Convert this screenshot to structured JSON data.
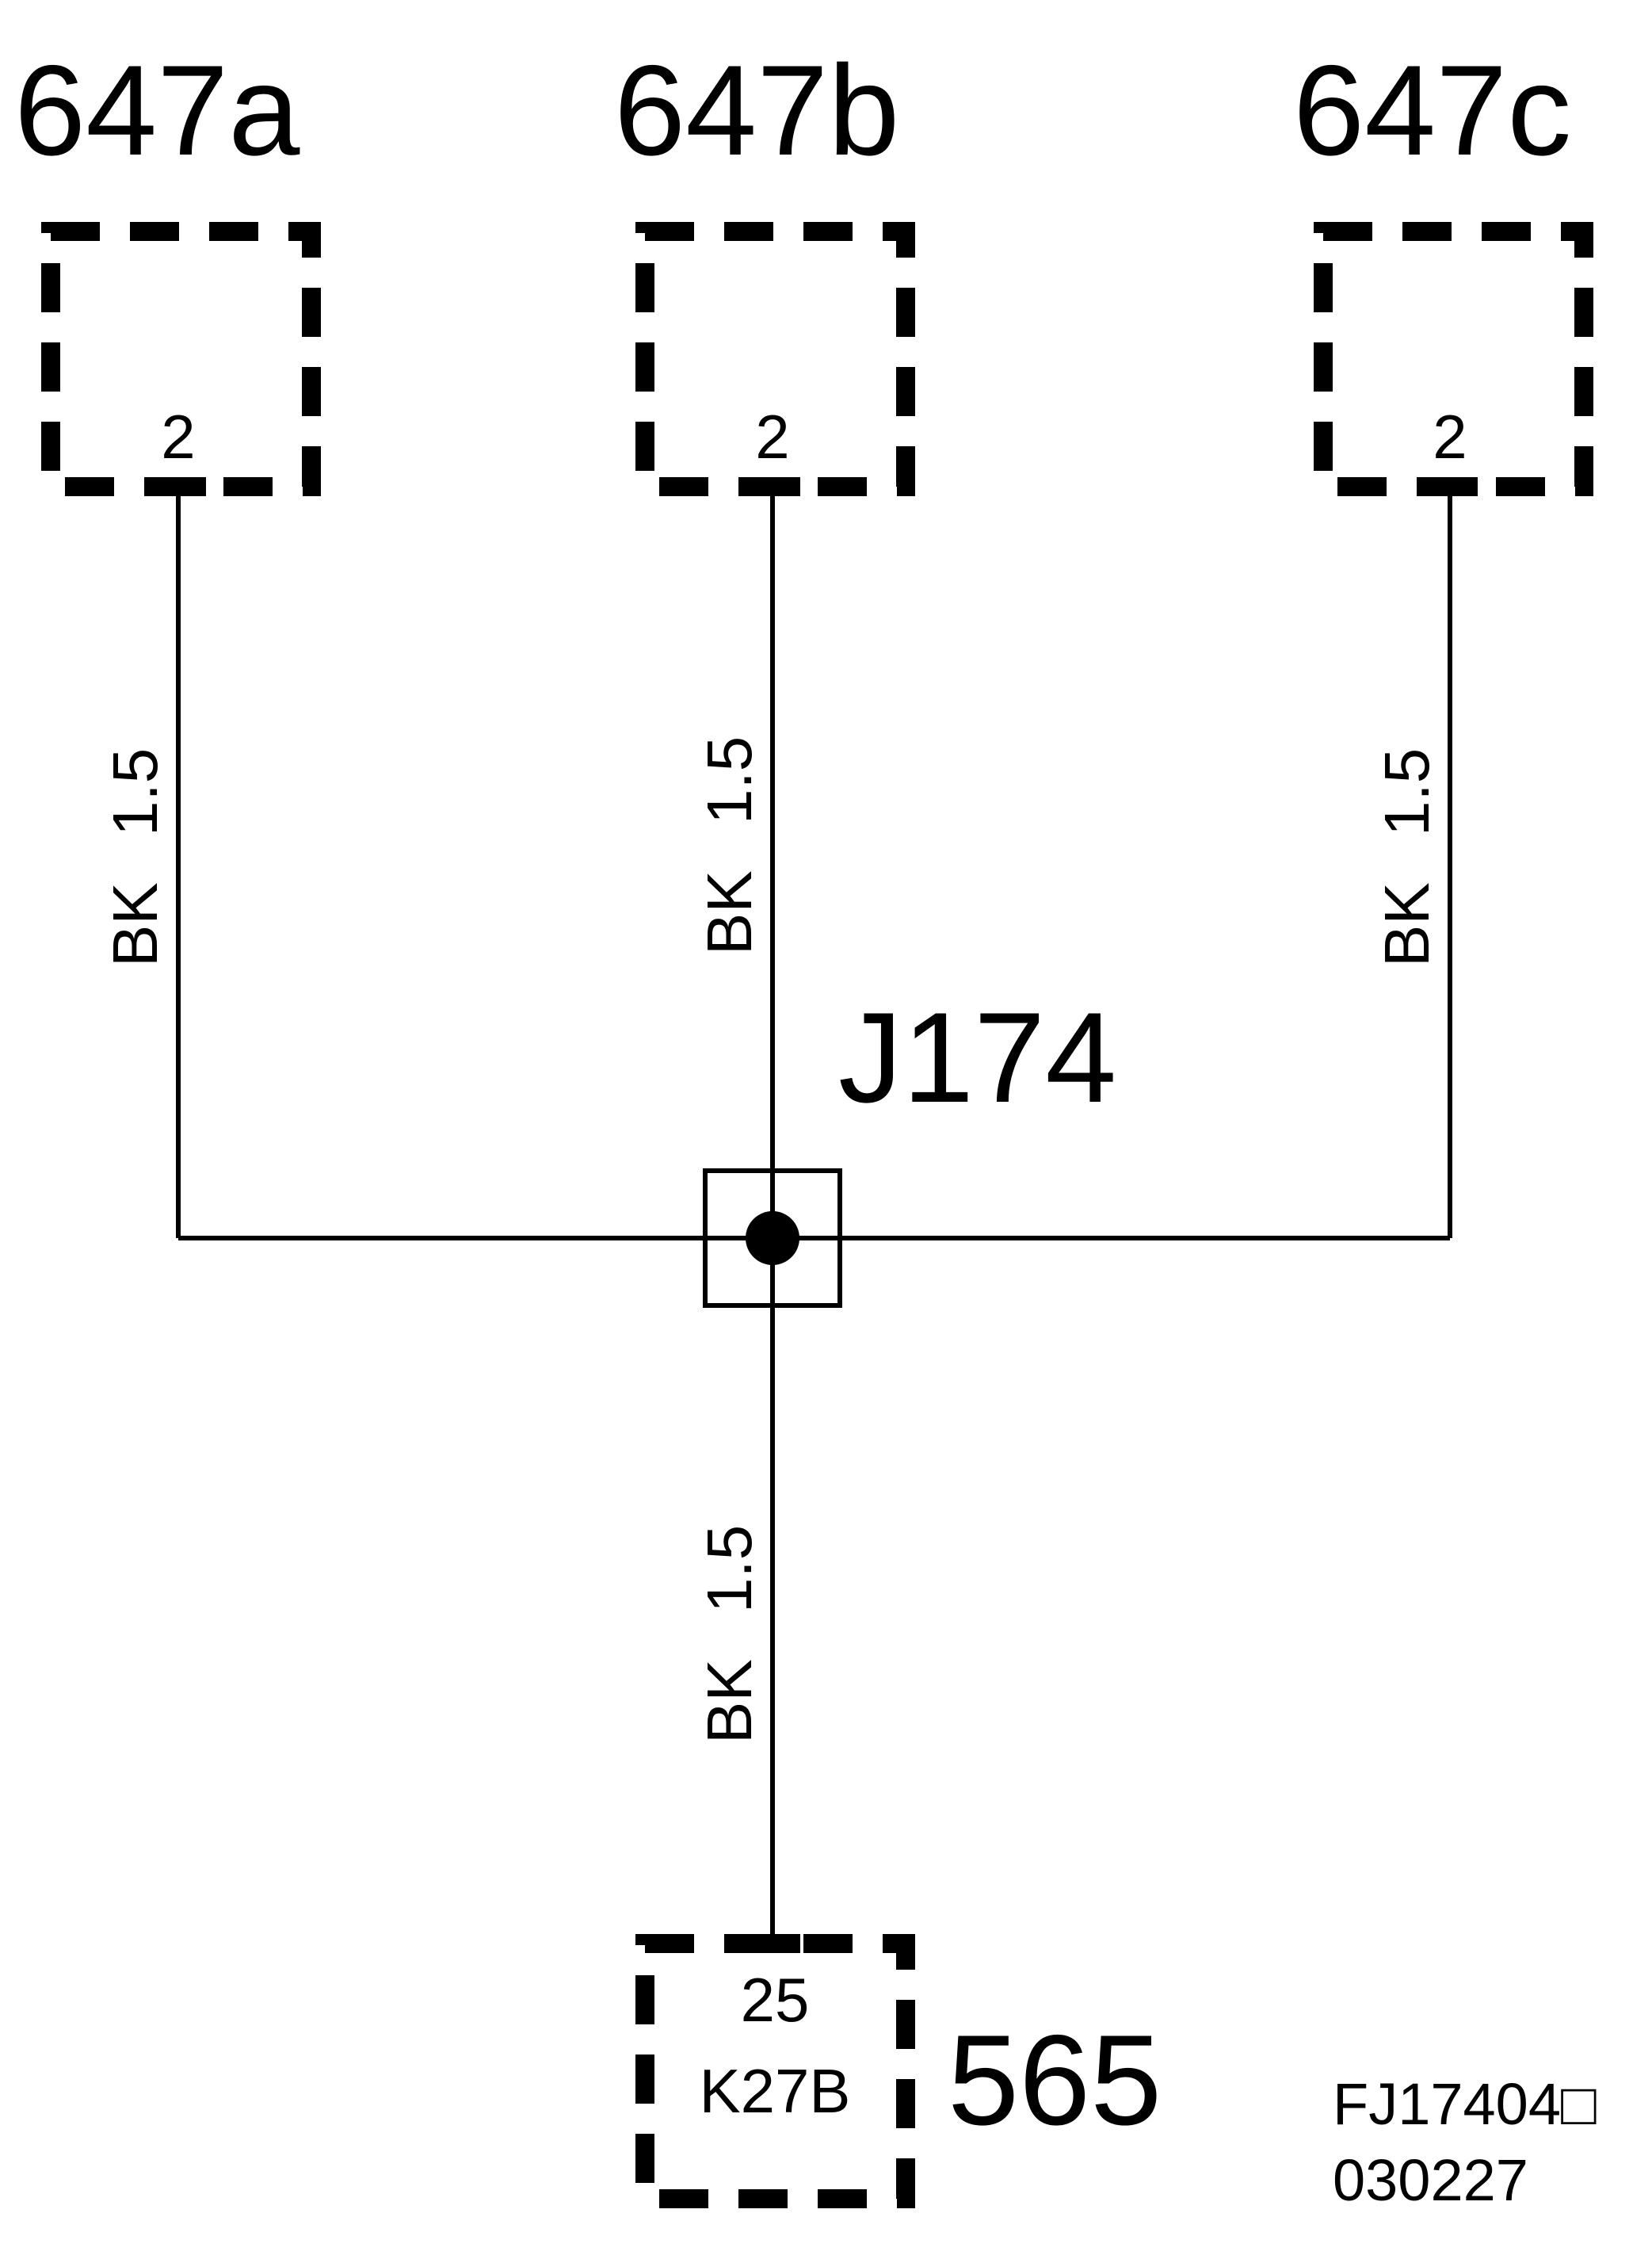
{
  "connectors": {
    "c647a": {
      "name": "647a",
      "pin": "2"
    },
    "c647b": {
      "name": "647b",
      "pin": "2"
    },
    "c647c": {
      "name": "647c",
      "pin": "2"
    },
    "c565": {
      "name": "565",
      "pin": "25",
      "code": "K27B"
    }
  },
  "wires": {
    "w647a": {
      "color": "BK",
      "size": "1.5"
    },
    "w647b": {
      "color": "BK",
      "size": "1.5"
    },
    "w647c": {
      "color": "BK",
      "size": "1.5"
    },
    "w565": {
      "color": "BK",
      "size": "1.5"
    }
  },
  "junction": {
    "name": "J174"
  },
  "figure": {
    "id": "FJ17404□",
    "date": "030227"
  }
}
